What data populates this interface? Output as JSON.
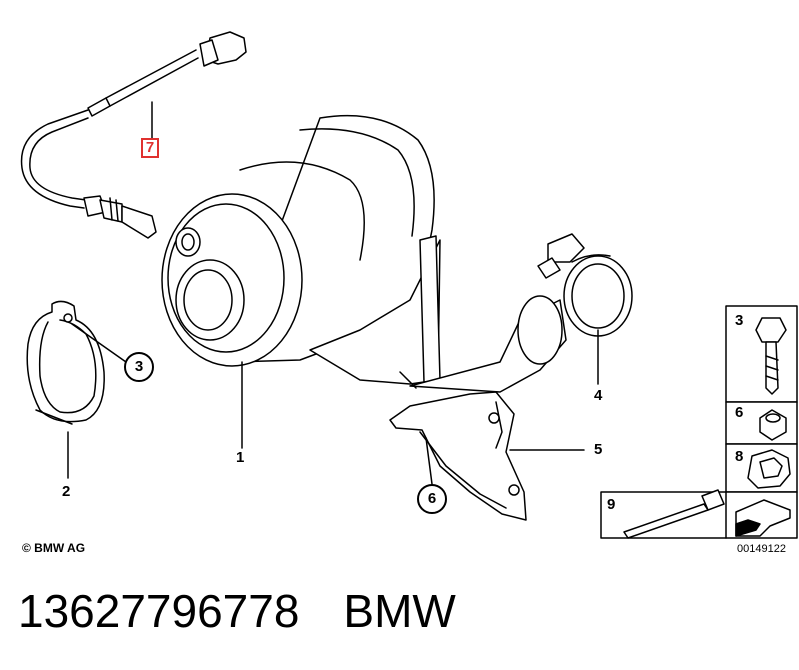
{
  "callouts": {
    "c1": "1",
    "c2": "2",
    "c3": "3",
    "c4": "4",
    "c5": "5",
    "c6": "6",
    "c7": "7"
  },
  "legend": {
    "l3": "3",
    "l6": "6",
    "l8": "8",
    "l9": "9"
  },
  "copyright": "© BMW AG",
  "diagram_code": "00149122",
  "footer": {
    "part_number": "13627796778",
    "brand": "BMW"
  },
  "colors": {
    "highlight": "#e0312f",
    "line": "#000000"
  }
}
